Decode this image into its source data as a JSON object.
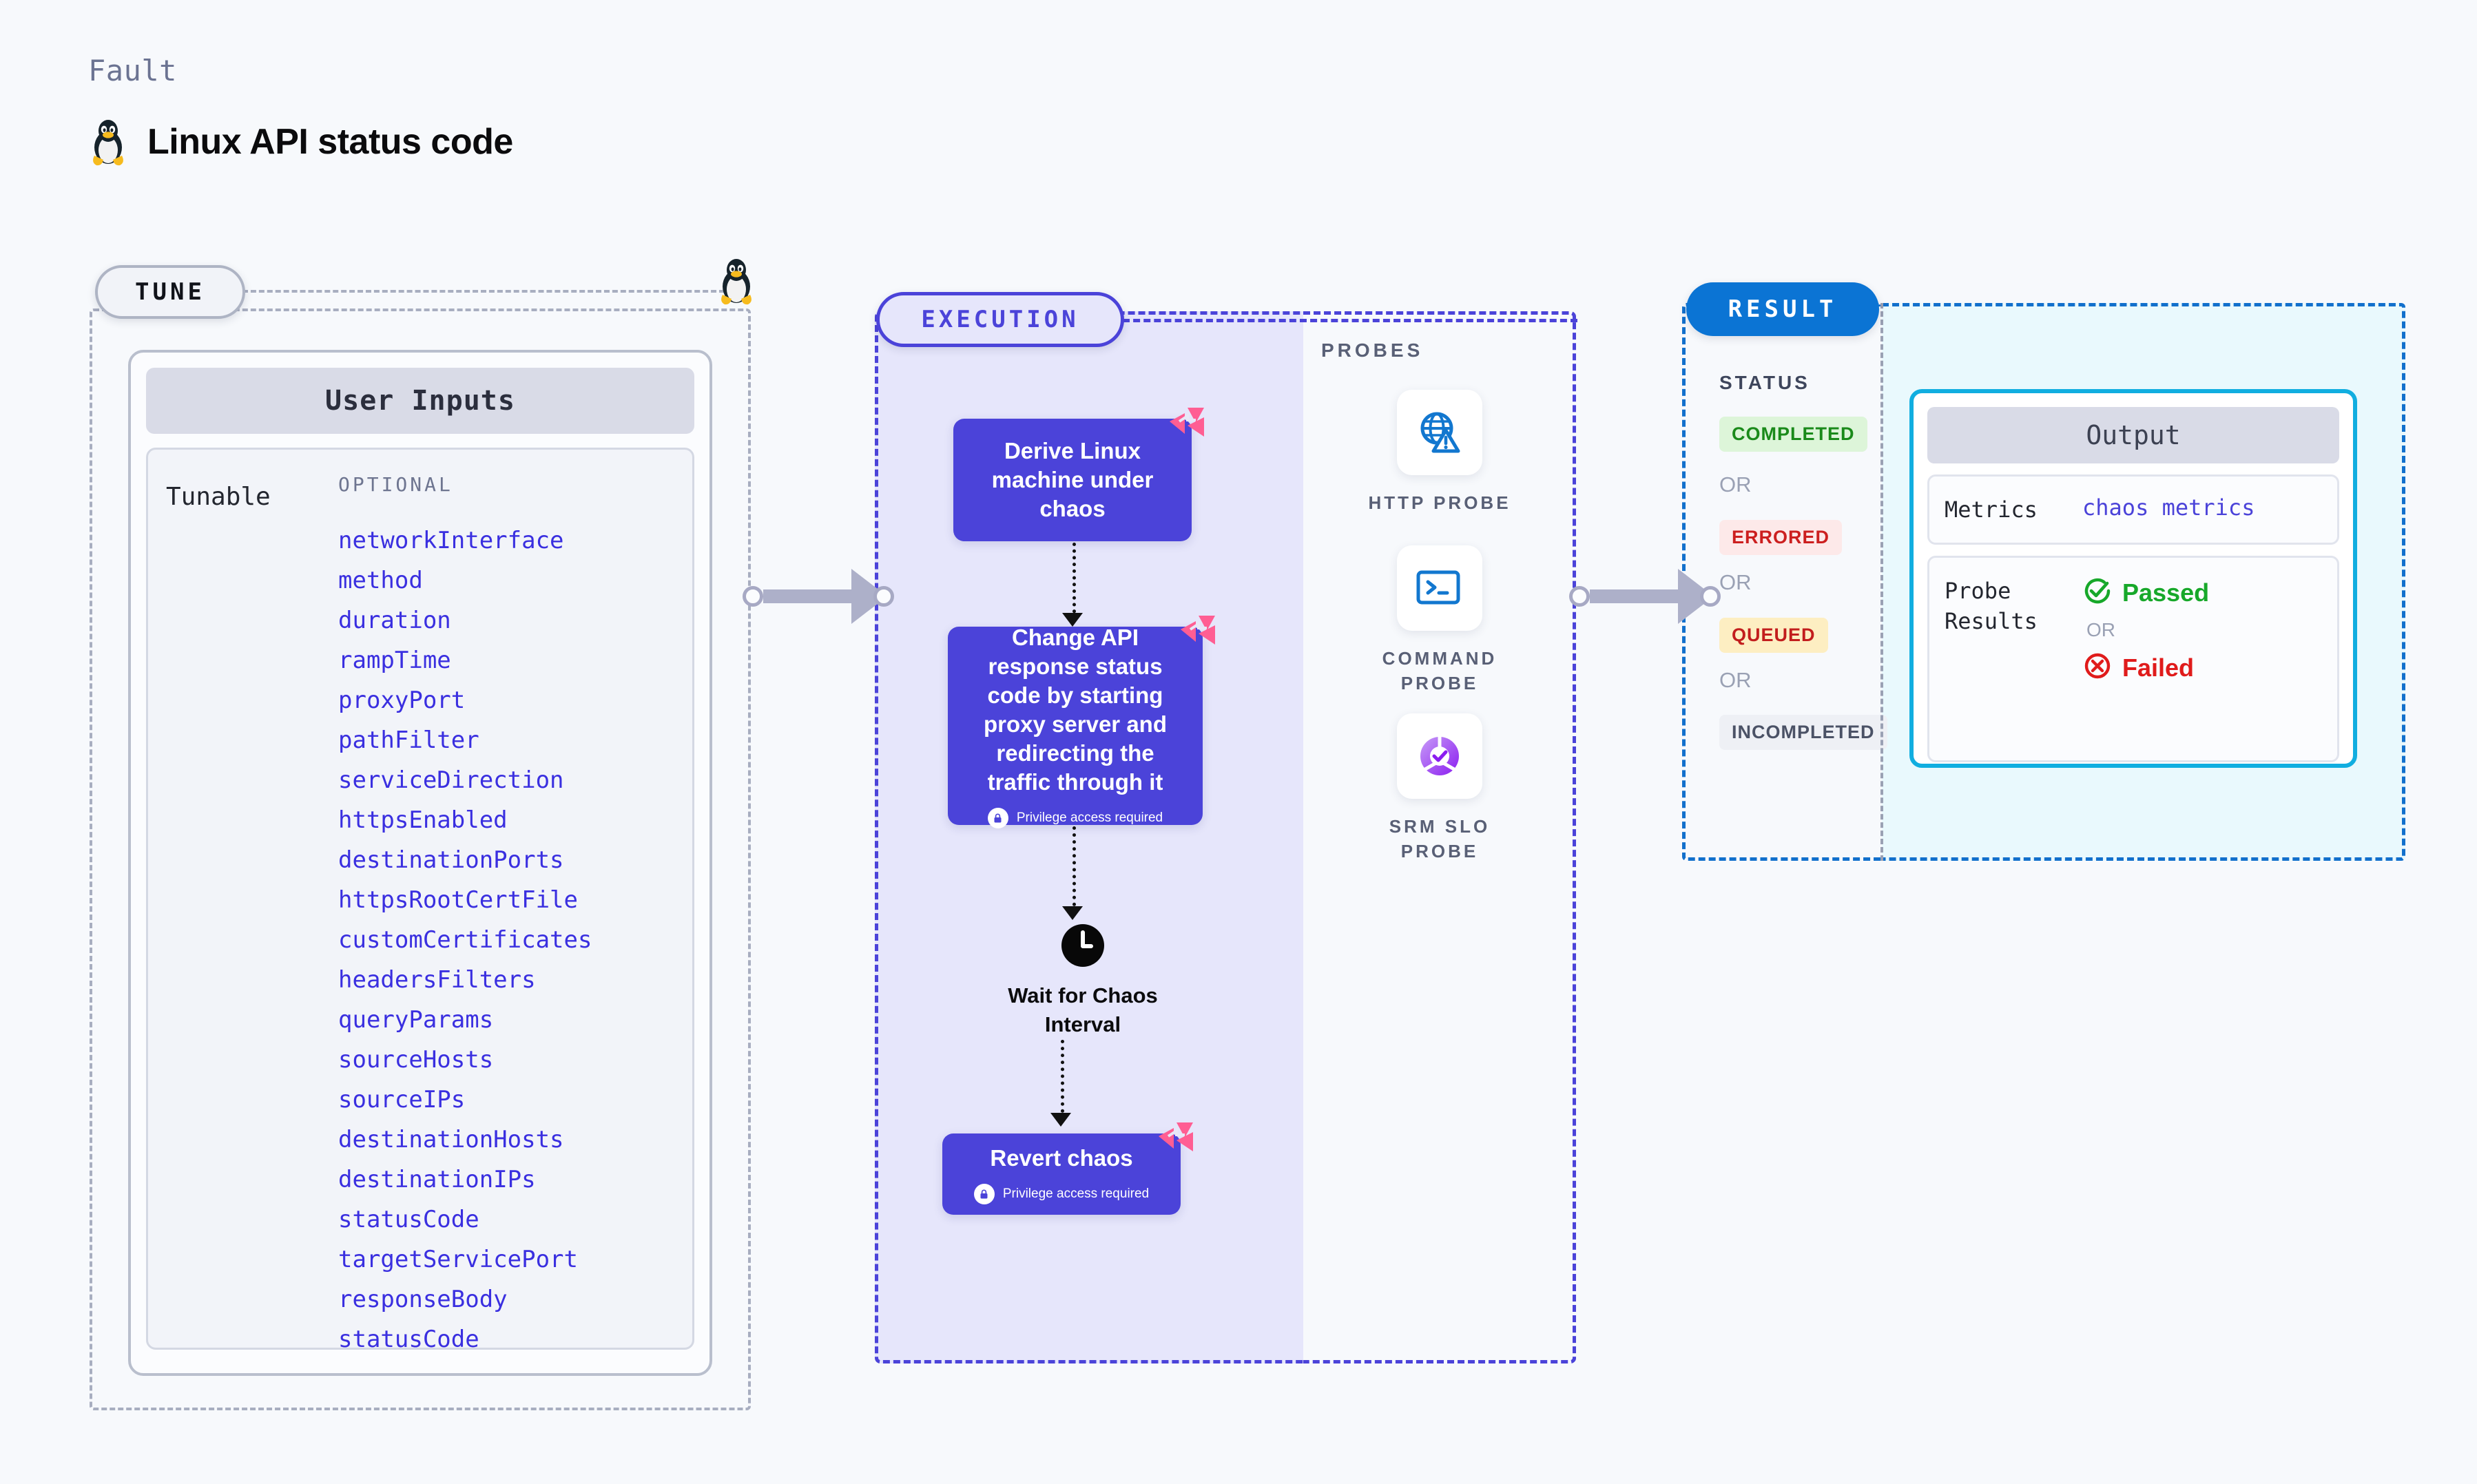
{
  "header": {
    "fault_label": "Fault",
    "title": "Linux API status code",
    "os_icon": "linux-tux-icon"
  },
  "tune": {
    "badge": "TUNE",
    "card_title": "User Inputs",
    "tunable_label": "Tunable",
    "optional_label": "OPTIONAL",
    "params": [
      "networkInterface",
      "method",
      "duration",
      "rampTime",
      "proxyPort",
      "pathFilter",
      "serviceDirection",
      "httpsEnabled",
      "destinationPorts",
      "httpsRootCertFile",
      "customCertificates",
      "headersFilters",
      "queryParams",
      "sourceHosts",
      "sourceIPs",
      "destinationHosts",
      "destinationIPs",
      "statusCode",
      "targetServicePort",
      "responseBody",
      "statusCode"
    ]
  },
  "execution": {
    "badge": "EXECUTION",
    "nodes": [
      {
        "id": "derive",
        "text": "Derive Linux machine under chaos",
        "privilege": null,
        "ribbon": "harness-chaos-ribbon-icon"
      },
      {
        "id": "change",
        "text": "Change API response status code by starting proxy server and redirecting the traffic through it",
        "privilege": "Privilege access required",
        "ribbon": "harness-chaos-ribbon-icon"
      },
      {
        "id": "revert",
        "text": "Revert chaos",
        "privilege": "Privilege access required",
        "ribbon": "harness-chaos-ribbon-icon"
      }
    ],
    "wait": {
      "icon": "clock-icon",
      "text": "Wait for Chaos Interval"
    }
  },
  "probes": {
    "title": "PROBES",
    "items": [
      {
        "name": "HTTP PROBE",
        "icon": "globe-warning-icon"
      },
      {
        "name": "COMMAND PROBE",
        "icon": "terminal-icon"
      },
      {
        "name": "SRM SLO PROBE",
        "icon": "slo-donut-check-icon"
      }
    ]
  },
  "result": {
    "badge": "RESULT",
    "status_title": "STATUS",
    "or_label": "OR",
    "statuses": [
      {
        "label": "COMPLETED",
        "bg": "#ddf5d9",
        "fg": "#1a8a1a"
      },
      {
        "label": "ERRORED",
        "bg": "#fde9e9",
        "fg": "#cc1f1f"
      },
      {
        "label": "QUEUED",
        "bg": "#fdeec2",
        "fg": "#c21d1d"
      },
      {
        "label": "INCOMPLETED",
        "bg": "#eef0f5",
        "fg": "#4b5266"
      }
    ],
    "output": {
      "title": "Output",
      "metrics_key": "Metrics",
      "metrics_value": "chaos metrics",
      "probe_results_key": "Probe Results",
      "passed_label": "Passed",
      "failed_label": "Failed",
      "or_label": "OR"
    }
  },
  "colors": {
    "indigo": "#4b43d9",
    "blue": "#0b74d4",
    "cyan": "#11aee0",
    "pink": "#ff5e93",
    "param_blue": "#3a2fe0"
  }
}
